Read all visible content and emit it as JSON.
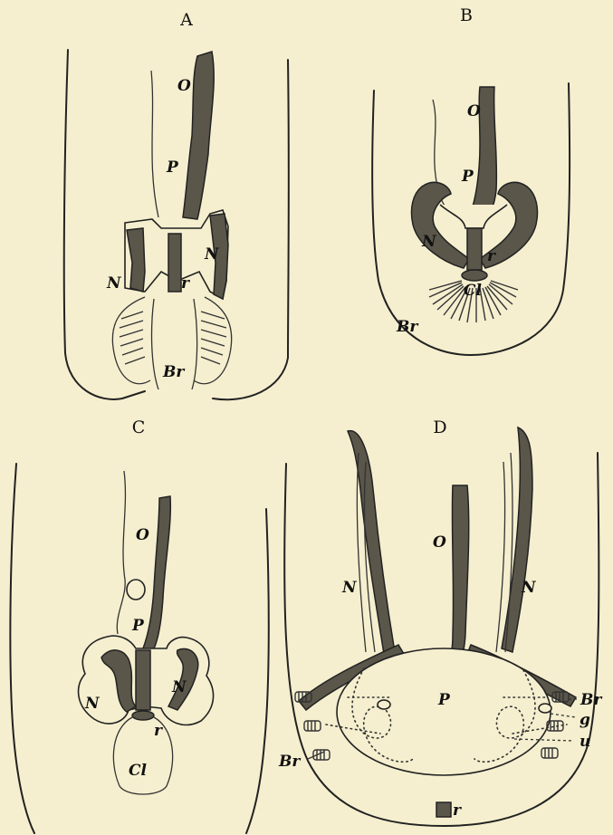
{
  "figure": {
    "panels": [
      {
        "id": "A",
        "title": "A",
        "labels": {
          "o": "O",
          "p": "P",
          "n_left": "N",
          "n_right": "N",
          "r": "r",
          "br": "Br"
        }
      },
      {
        "id": "B",
        "title": "B",
        "labels": {
          "o": "O",
          "p": "P",
          "n": "N",
          "r": "r",
          "cl": "Cl",
          "br": "Br"
        }
      },
      {
        "id": "C",
        "title": "C",
        "labels": {
          "o": "O",
          "p": "P",
          "n_left": "N",
          "n_right": "N",
          "r": "r",
          "cl": "Cl"
        }
      },
      {
        "id": "D",
        "title": "D",
        "labels": {
          "o": "O",
          "p": "P",
          "n_left": "N",
          "n_right": "N",
          "br_right": "Br",
          "g": "g",
          "u": "u",
          "br_left": "Br",
          "r": "r"
        }
      }
    ]
  }
}
